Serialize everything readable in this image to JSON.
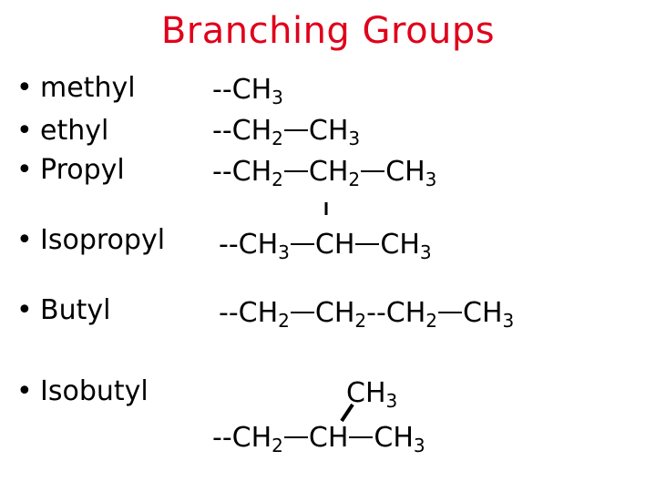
{
  "title": "Branching Groups",
  "groups": [
    {
      "name": "methyl"
    },
    {
      "name": "ethyl"
    },
    {
      "name": "Propyl"
    },
    {
      "name": "Isopropyl"
    },
    {
      "name": "Butyl"
    },
    {
      "name": "Isobutyl"
    }
  ],
  "formulas": {
    "methyl": {
      "p1": "--CH",
      "s1": "3"
    },
    "ethyl": {
      "p1": "--CH",
      "s1": "2",
      "p2": "CH",
      "s2": "3"
    },
    "propyl": {
      "p1": "--CH",
      "s1": "2",
      "p2": "CH",
      "s2": "2",
      "p3": "CH",
      "s3": "3"
    },
    "isopropyl": {
      "p1": "--CH",
      "s1": "3",
      "p2": "CH",
      "p3": "CH",
      "s3": "3"
    },
    "butyl": {
      "p1": "--CH",
      "s1": "2",
      "p2": "CH",
      "s2": "2",
      "p3": "--CH",
      "s3": "2",
      "p4": "CH",
      "s4": "3"
    },
    "isobutyl": {
      "top": "CH",
      "top_sub": "3",
      "p1": "--CH",
      "s1": "2",
      "p2": "CH",
      "p3": "CH",
      "s3": "3"
    }
  },
  "colors": {
    "title": "#e0001b",
    "text": "#000000"
  }
}
